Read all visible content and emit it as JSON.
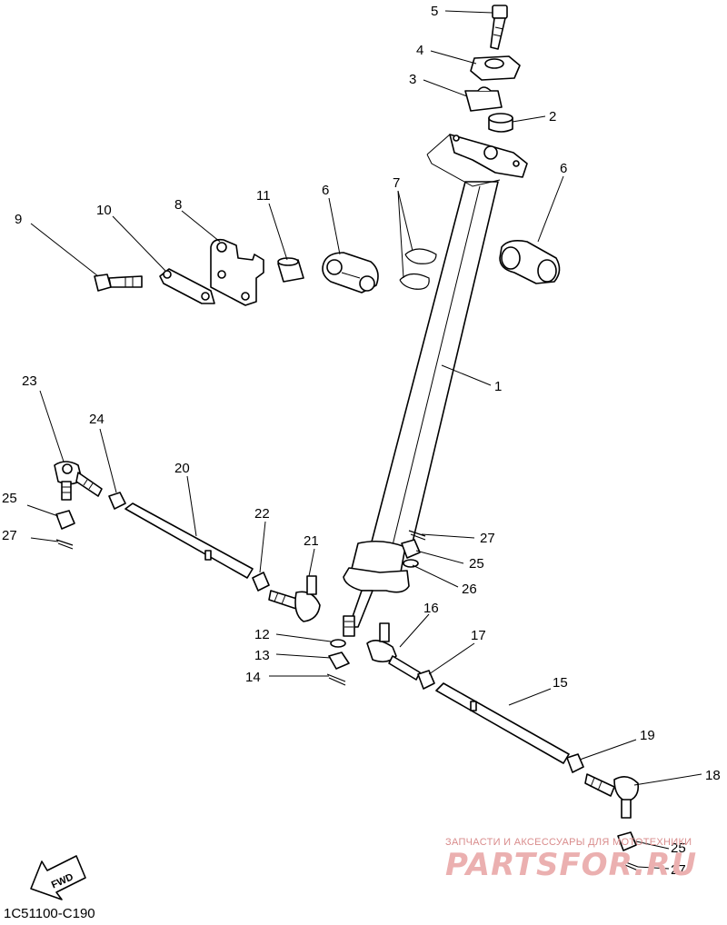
{
  "callouts": {
    "c1": "1",
    "c2": "2",
    "c3": "3",
    "c4": "4",
    "c5": "5",
    "c6a": "6",
    "c6b": "6",
    "c7": "7",
    "c8": "8",
    "c9": "9",
    "c10": "10",
    "c11": "11",
    "c12": "12",
    "c13": "13",
    "c14": "14",
    "c15": "15",
    "c16": "16",
    "c17": "17",
    "c18": "18",
    "c19": "19",
    "c20": "20",
    "c21": "21",
    "c22": "22",
    "c23": "23",
    "c24": "24",
    "c25a": "25",
    "c25b": "25",
    "c25c": "25",
    "c26": "26",
    "c27a": "27",
    "c27b": "27",
    "c27c": "27"
  },
  "direction_label": "FWD",
  "diagram_code": "1C51100-C190",
  "watermark": {
    "line1": "ЗАПЧАСТИ И АКСЕССУАРЫ ДЛЯ МОТОТЕХНИКИ",
    "line2": "PARTSFOR.RU"
  }
}
